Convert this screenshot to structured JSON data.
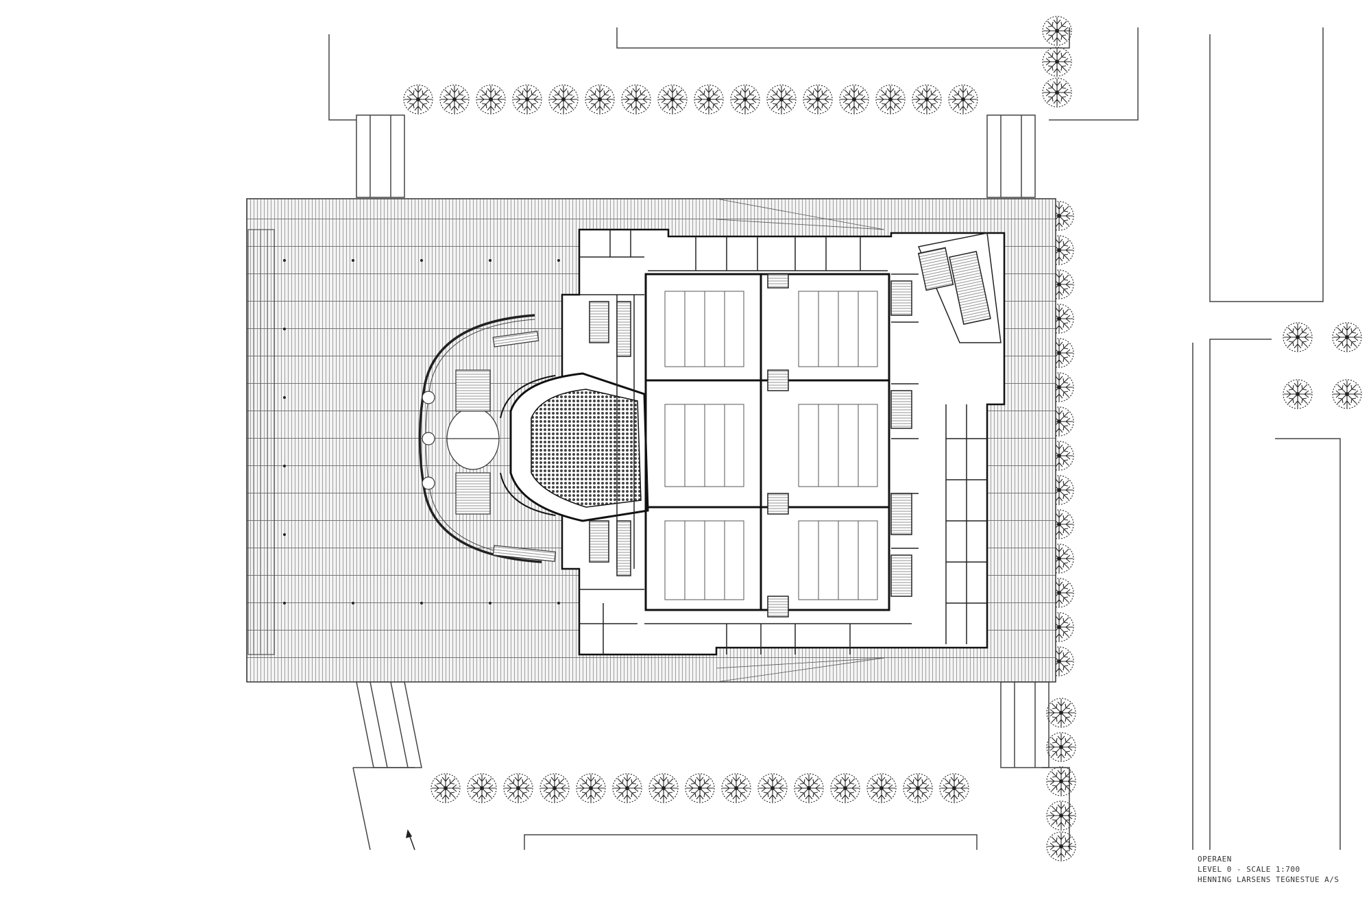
{
  "title_block": {
    "line1": "OPERAEN",
    "line2": "LEVEL 0 - SCALE 1:700",
    "line3": "HENNING LARSENS TEGNESTUE A/S"
  }
}
